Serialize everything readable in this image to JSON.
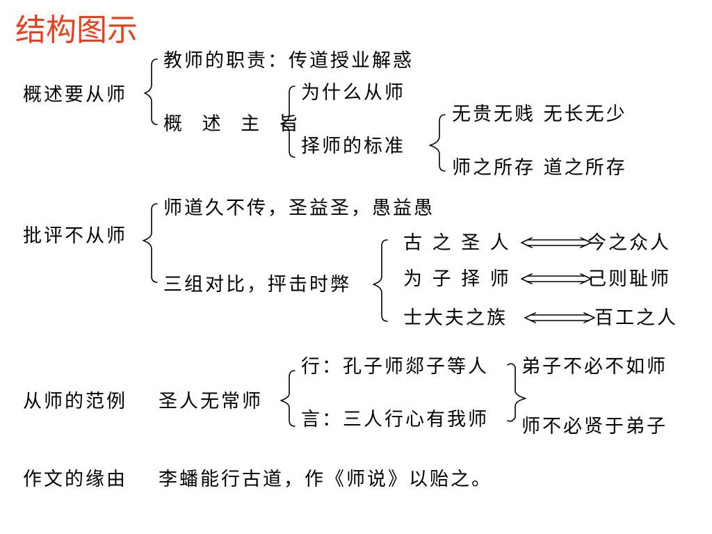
{
  "title": "结构图示",
  "title_color": "#e8401c",
  "sections": {
    "s1": {
      "heading": "概述要从师",
      "duty": "教师的职责：传道授业解惑",
      "gist": "概 述 主 旨",
      "why": "为什么从师",
      "standard": "择师的标准",
      "std_a": "无贵无贱  无长无少",
      "std_b": "师之所存  道之所存"
    },
    "s2": {
      "heading": "批评不从师",
      "lost": "师道久不传，圣益圣，愚益愚",
      "contrast": "三组对比，抨击时弊",
      "pairs": [
        {
          "left": "古 之 圣 人",
          "right": "今之众人"
        },
        {
          "left": "为 子 择 师",
          "right": "己则耻师"
        },
        {
          "left": "士大夫之族",
          "right": "百工之人"
        }
      ]
    },
    "s3": {
      "heading": "从师的范例",
      "sage": "圣人无常师",
      "act": "行：孔子师郯子等人",
      "say": "言：三人行心有我师",
      "res_a": "弟子不必不如师",
      "res_b": "师不必贤于弟子"
    },
    "s4": {
      "heading": "作文的缘由",
      "reason": "李蟠能行古道，作《师说》以贻之。"
    }
  }
}
